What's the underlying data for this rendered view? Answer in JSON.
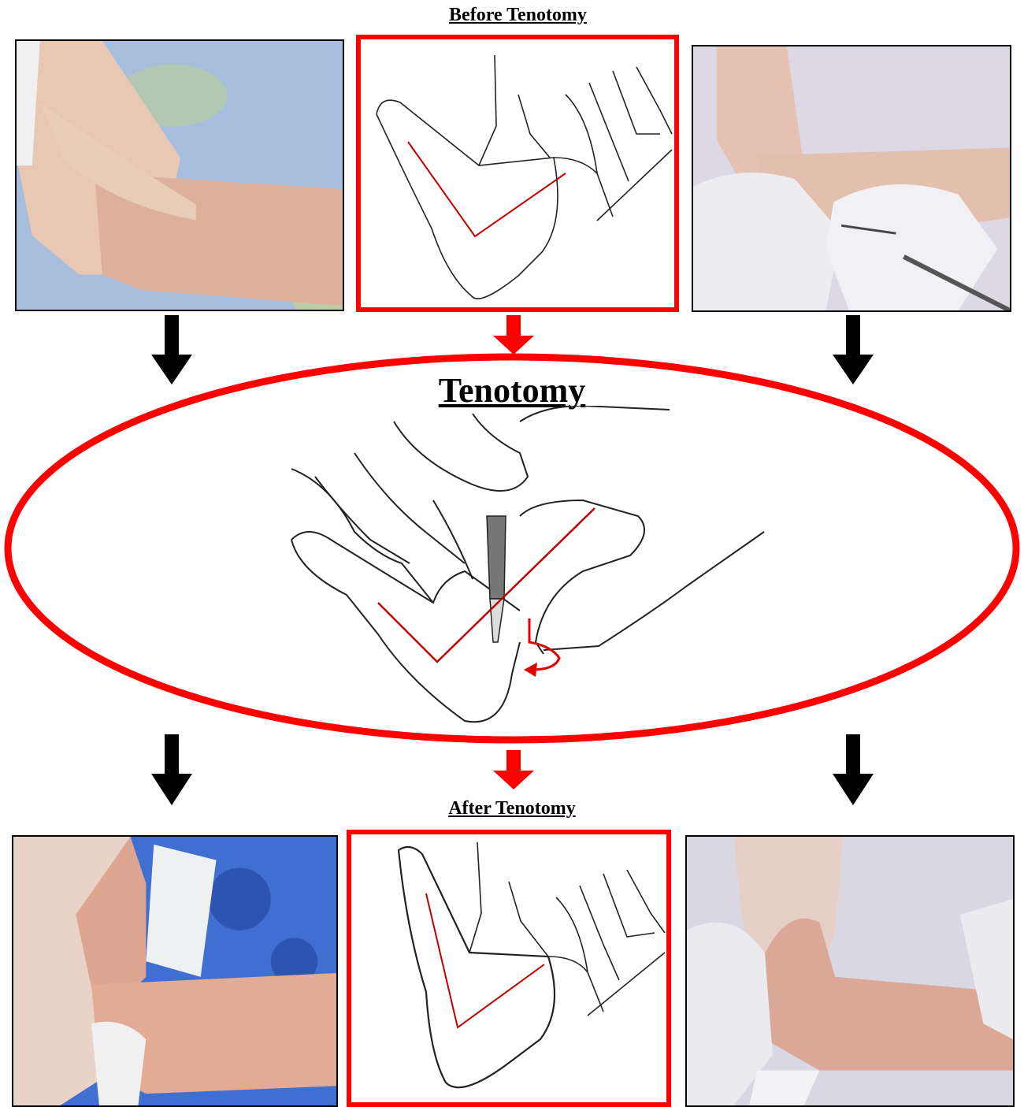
{
  "captions": {
    "before": "Before Tenotomy",
    "center": "Tenotomy",
    "after": "After Tenotomy"
  },
  "colors": {
    "frame_red": "#ff0000",
    "arrow_black": "#000000",
    "drape_blue": "#9db3d6",
    "skin": "#e3b9a4",
    "glove": "#ececf0",
    "guide_line_red": "#c00000"
  },
  "icons": {
    "down_arrow_black": "down-arrow-icon",
    "down_arrow_red": "down-arrow-icon",
    "rotation": "curved-arrow-icon"
  }
}
